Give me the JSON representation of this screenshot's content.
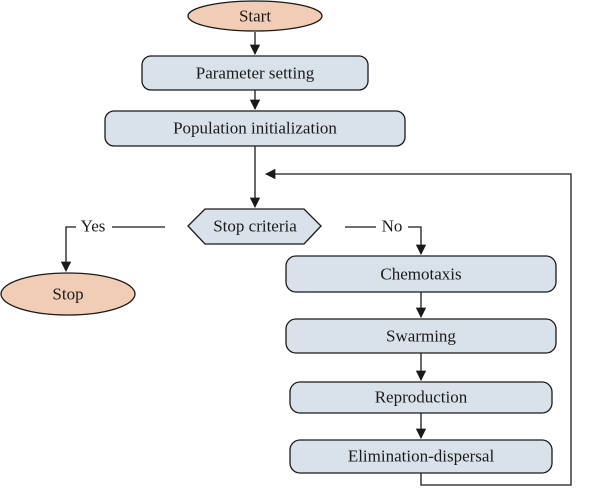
{
  "colors": {
    "terminal_fill": "#f2cdb5",
    "process_fill": "#d9e2ea",
    "decision_fill": "#d9e2ea",
    "stroke": "#1a1a1a"
  },
  "nodes": {
    "start": "Start",
    "parameter_setting": "Parameter setting",
    "population_initialization": "Population initialization",
    "stop_criteria": "Stop criteria",
    "stop": "Stop",
    "chemotaxis": "Chemotaxis",
    "swarming": "Swarming",
    "reproduction": "Reproduction",
    "elimination_dispersal": "Elimination-dispersal"
  },
  "edge_labels": {
    "yes": "Yes",
    "no": "No"
  }
}
